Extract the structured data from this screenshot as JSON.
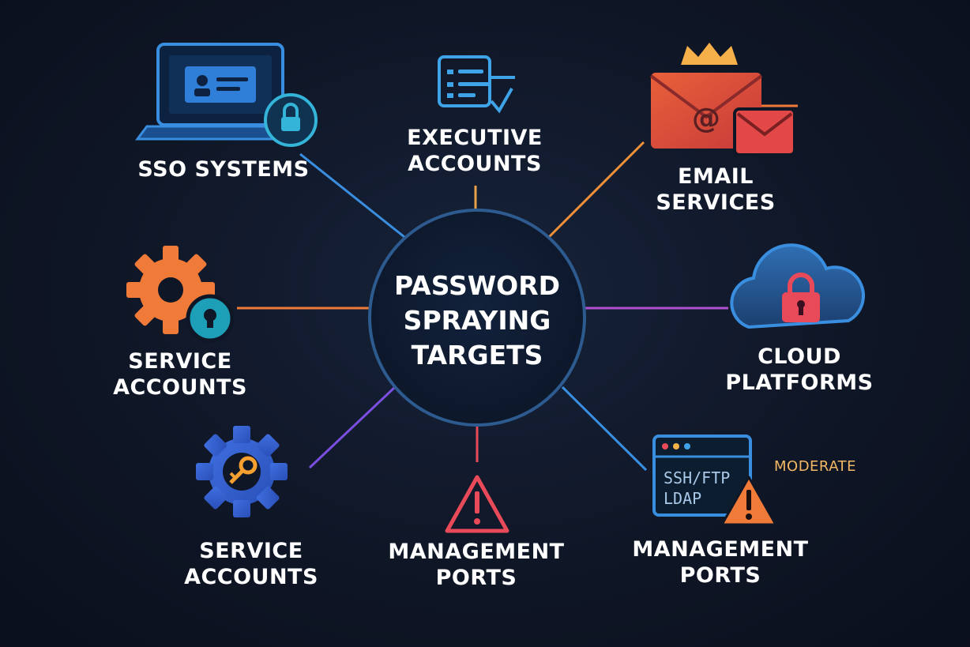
{
  "center": {
    "line1": "PASSWORD",
    "line2": "SPRAYING",
    "line3": "TARGETS"
  },
  "nodes": {
    "sso": {
      "line1": "SSO SYSTEMS"
    },
    "executive": {
      "line1": "EXECUTIVE",
      "line2": "ACCOUNTS"
    },
    "email": {
      "line1": "EMAIL",
      "line2": "SERVICES"
    },
    "service_top": {
      "line1": "SERVICE",
      "line2": "ACCOUNTS"
    },
    "cloud": {
      "line1": "CLOUD",
      "line2": "PLATFORMS"
    },
    "service_bottom": {
      "line1": "SERVICE",
      "line2": "ACCOUNTS"
    },
    "mgmt_center": {
      "line1": "MANAGEMENT",
      "line2": "PORTS"
    },
    "mgmt_right": {
      "line1": "MANAGEMENT",
      "line2": "PORTS",
      "badge": "MODERATE",
      "terminal_line1": "SSH/FTP",
      "terminal_line2": "LDAP"
    }
  },
  "icons": {
    "sso": "laptop-lock-icon",
    "executive": "checklist-icon",
    "email": "crown-envelope-icon",
    "service_top": "gear-lock-icon",
    "cloud": "cloud-lock-icon",
    "service_bottom": "gear-key-icon",
    "mgmt_center": "warning-triangle-icon",
    "mgmt_right": "terminal-warning-icon"
  },
  "colors": {
    "background": "#0f1626",
    "hub_border": "#2d5b8f",
    "sso": "#3a8ee0",
    "executive": "#3fa3e8",
    "email": "#f07a38",
    "service_top": "#f07a38",
    "cloud": "#b04fd0",
    "service_bottom": "#7a4fe0",
    "mgmt_center": "#e84a5a",
    "mgmt_right": "#3a8ee0",
    "badge": "#f3b865"
  }
}
